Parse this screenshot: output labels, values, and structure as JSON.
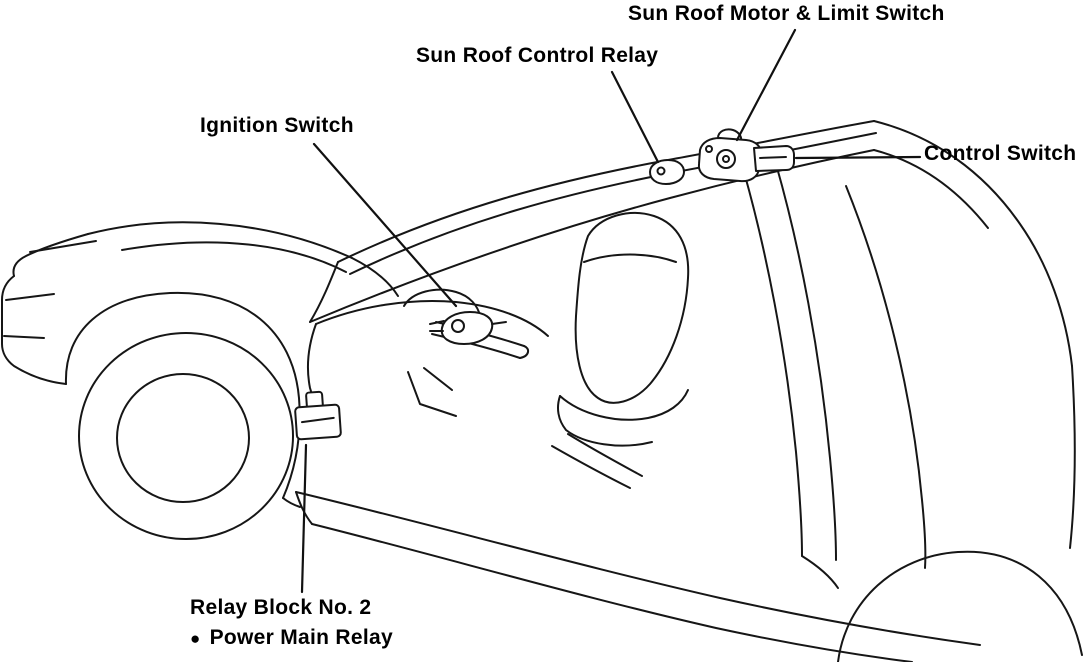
{
  "diagram": {
    "type": "vehicle-component-location-diagram",
    "subject": "Sun roof electrical component locations (car cutaway)",
    "labels": {
      "sun_roof_motor_limit_switch": "Sun Roof Motor & Limit Switch",
      "sun_roof_control_relay": "Sun Roof Control Relay",
      "ignition_switch": "Ignition Switch",
      "control_switch": "Control Switch",
      "relay_block_no2": "Relay Block No. 2",
      "power_main_relay_bullet": "●",
      "power_main_relay": "Power Main Relay"
    },
    "colors": {
      "line": "#161616",
      "background": "#ffffff",
      "text": "#000000"
    }
  }
}
